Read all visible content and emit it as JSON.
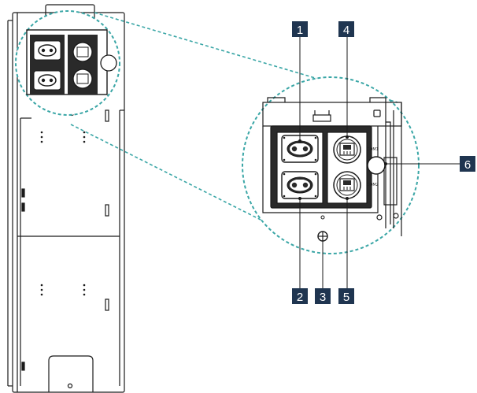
{
  "colors": {
    "line": "#1a1a1a",
    "callout_bg": "#1f3550",
    "callout_text": "#ffffff",
    "zoom_dash": "#3aa6a6",
    "panel_fill": "#2a2a2a"
  },
  "callouts": [
    {
      "id": "1",
      "label": "1"
    },
    {
      "id": "2",
      "label": "2"
    },
    {
      "id": "3",
      "label": "3"
    },
    {
      "id": "4",
      "label": "4"
    },
    {
      "id": "5",
      "label": "5"
    },
    {
      "id": "6",
      "label": "6"
    }
  ],
  "port_labels": {
    "com1": "COM1",
    "com2": "COM2"
  },
  "icons": {
    "power_connector": "dc-power-connector-icon",
    "rj45_port": "network-port-icon",
    "ground": "ground-screw-icon",
    "button": "power-button-icon"
  }
}
